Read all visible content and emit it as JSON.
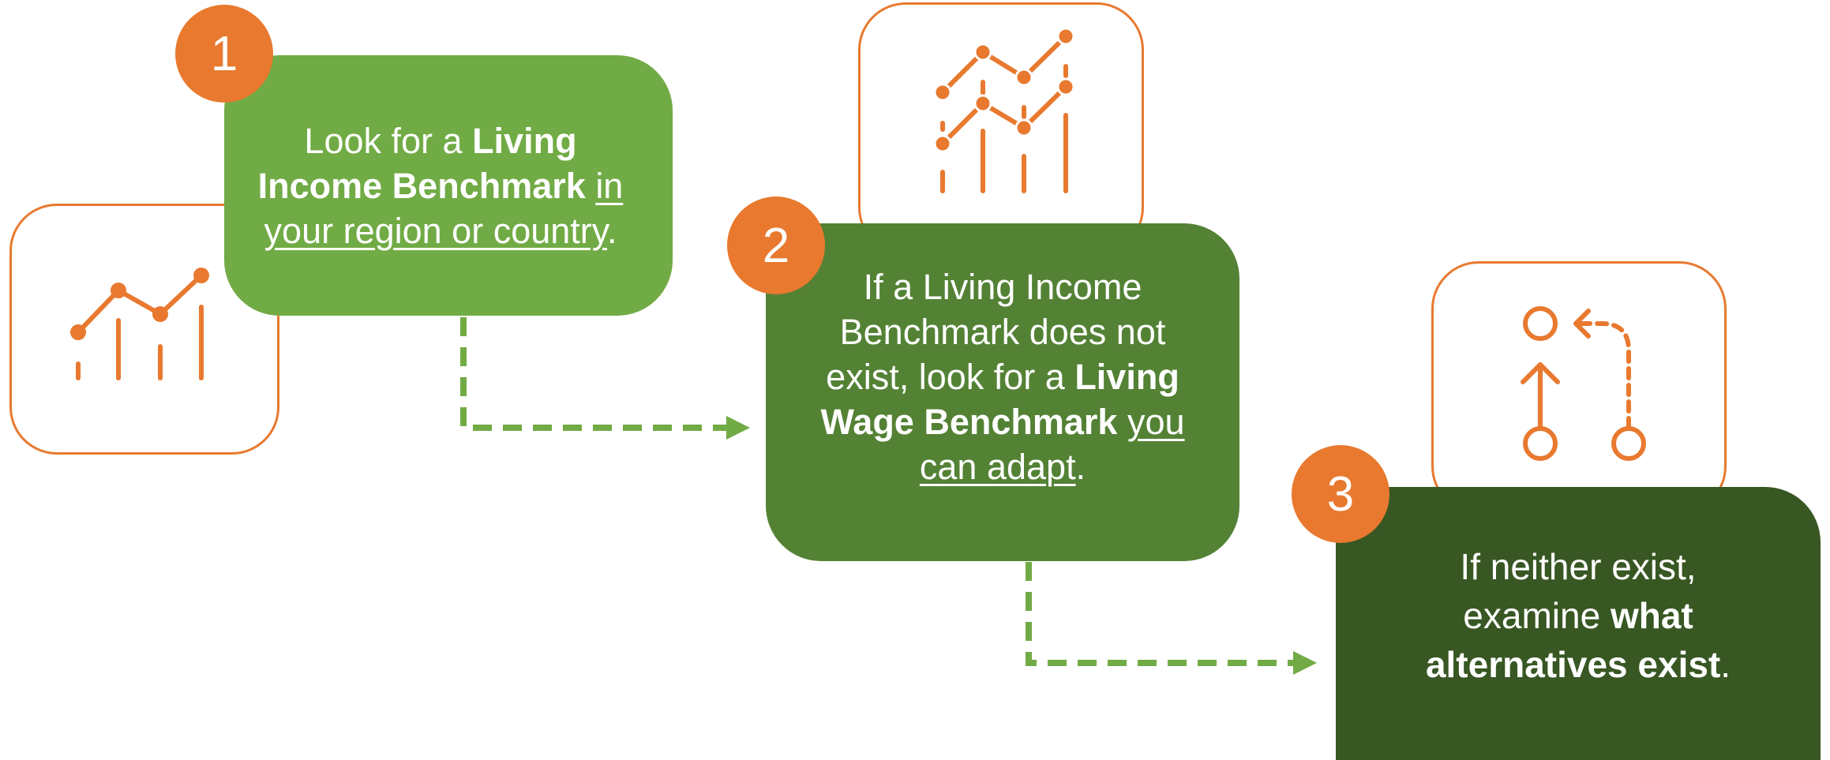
{
  "colors": {
    "orange": "#e8792f",
    "step1_green": "#71ab45",
    "step2_green": "#548235",
    "step3_green": "#385723",
    "arrow_green": "#71ab45"
  },
  "steps": [
    {
      "number": "1",
      "icon": "line-chart-icon",
      "text": {
        "t1": "Look for a ",
        "b1": "Living Income Benchmark",
        "t2": " ",
        "u1": "in your region or country",
        "t3": "."
      }
    },
    {
      "number": "2",
      "icon": "double-line-chart-icon",
      "text": {
        "t1": "If a Living Income Benchmark does not exist, look for a ",
        "b1": "Living Wage Benchmark",
        "t2": " ",
        "u1": "you can adapt",
        "t3": "."
      }
    },
    {
      "number": "3",
      "icon": "alternative-paths-icon",
      "text": {
        "t1": "If neither exist, examine ",
        "b1": "what alternatives exist",
        "t2": ".",
        "u1": "",
        "t3": ""
      }
    }
  ]
}
